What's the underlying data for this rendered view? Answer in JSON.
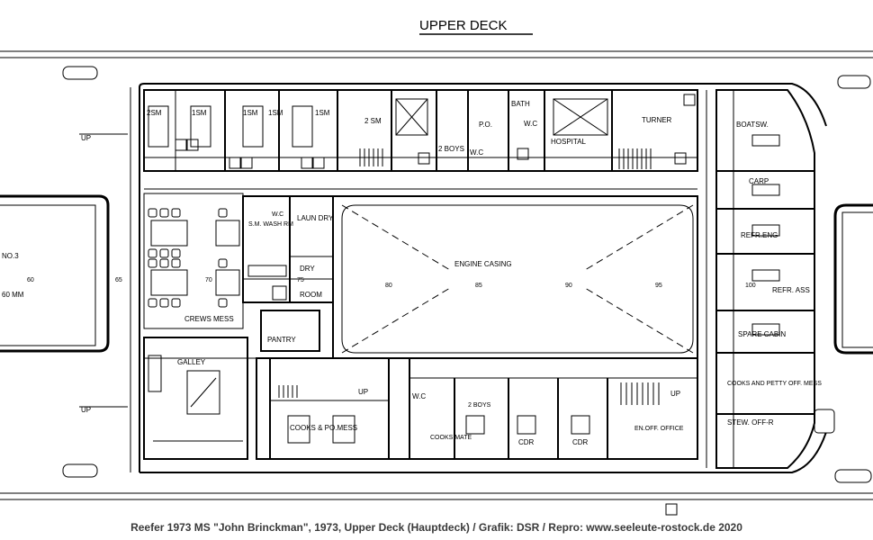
{
  "title": "UPPER DECK",
  "caption": "Reefer 1973 MS \"John Brinckman\", 1973, Upper Deck (Hauptdeck) / Grafik: DSR / Repro: www.seeleute-rostock.de 2020",
  "rooms": {
    "sm1": "2SM",
    "sm2": "1SM",
    "sm3": "1SM",
    "sm4": "1SM",
    "sm5": "1SM",
    "sm6": "2 SM",
    "boys": "2 BOYS",
    "po": "P.O.",
    "wc1": "W.C",
    "bath": "BATH",
    "wc2": "W.C",
    "hospital": "HOSPITAL",
    "turner": "TURNER",
    "boatsw": "BOATSW.",
    "carp": "CARP",
    "refreng": "REFR.ENG",
    "refrass": "REFR. ASS",
    "spare": "SPARE CABIN",
    "cooks_petty": "COOKS AND PETTY OFF. MESS",
    "stew_off": "STEW. OFF-R",
    "engine": "ENGINE CASING",
    "sm_wash": "S.M. WASH RM",
    "wc3": "W.C",
    "laun": "LAUN DRY",
    "dry": "DRY",
    "dry_room": "ROOM",
    "crews_mess": "CREWS MESS",
    "pantry": "PANTRY",
    "galley": "GALLEY",
    "cooks_po": "COOKS & PO.MESS",
    "wc4": "W.C",
    "cooks_mate": "COOKS MATE",
    "boys2": "2 BOYS",
    "cdr1": "CDR",
    "cdr2": "CDR",
    "eng_off": "EN.OFF. OFFICE",
    "up": "UP",
    "hatch": "NO.3",
    "dim": "60 MM",
    "frames": [
      "60",
      "65",
      "70",
      "75",
      "80",
      "85",
      "90",
      "95",
      "100"
    ]
  }
}
